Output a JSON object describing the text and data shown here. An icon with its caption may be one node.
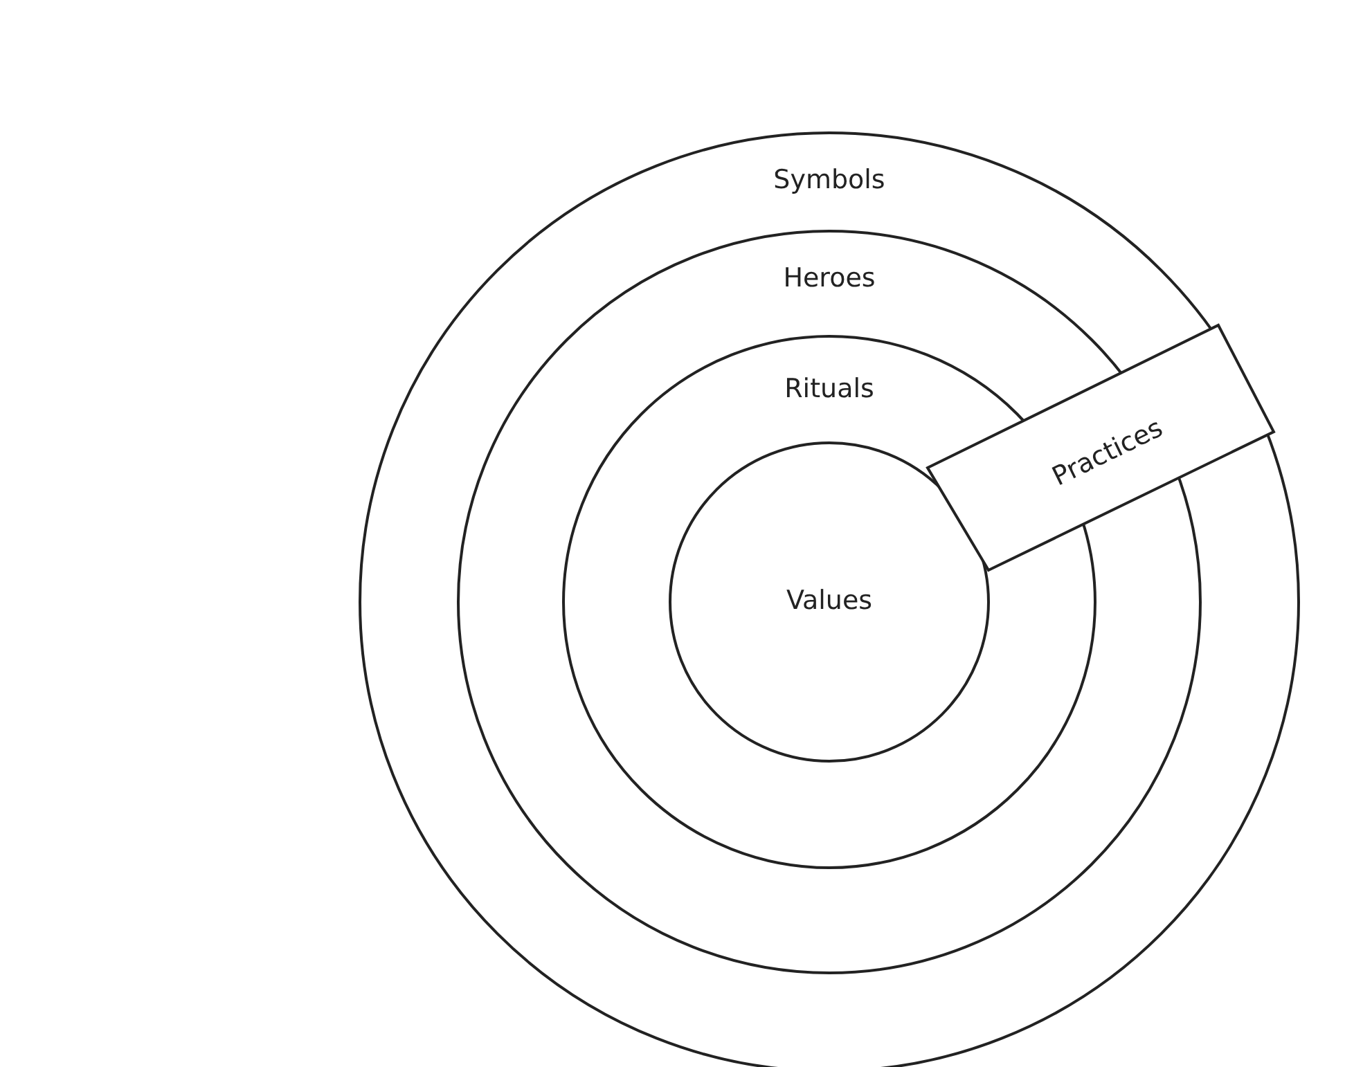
{
  "diagram": {
    "nodes": [
      {
        "text": [
          "Symbols"
        ]
      },
      {
        "text": [
          "Heroes"
        ],
        "in": 0
      },
      {
        "text": [
          "Rituals"
        ],
        "in": 1
      },
      {
        "text": [
          "Values"
        ],
        "in": 2
      },
      {
        "text": [
          "Practices"
        ],
        "in": 0
      }
    ]
  }
}
